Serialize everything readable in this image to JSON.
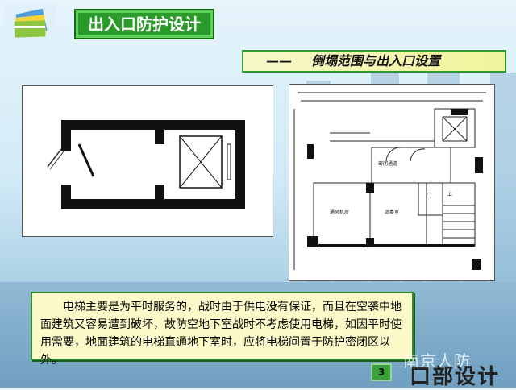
{
  "header": {
    "title": "出入口防护设计",
    "subtitle_dash": "——",
    "subtitle": "倒塌范围与出入口设置"
  },
  "plan_right": {
    "labels": {
      "corridor": "密闭通道",
      "fan_room": "通风机房",
      "filter_room": "滤毒室",
      "upstairs": "上",
      "door": "门"
    }
  },
  "note": {
    "text": "电梯主要是为平时服务的，战时由于供电没有保证，而且在空袭中地面建筑又容易遭到破坏，故防空地下室战时不考虑使用电梯，如因平时使用需要，地面建筑的电梯直通地下室时，应将电梯间置于防护密闭区以外。"
  },
  "footer": {
    "page_number": "3",
    "watermark": "南京人防",
    "section": "口部设计"
  },
  "colors": {
    "title_green": "#2a9a2a",
    "note_bg": "#fbfac8",
    "subtitle_bg": "#f1f39a"
  }
}
